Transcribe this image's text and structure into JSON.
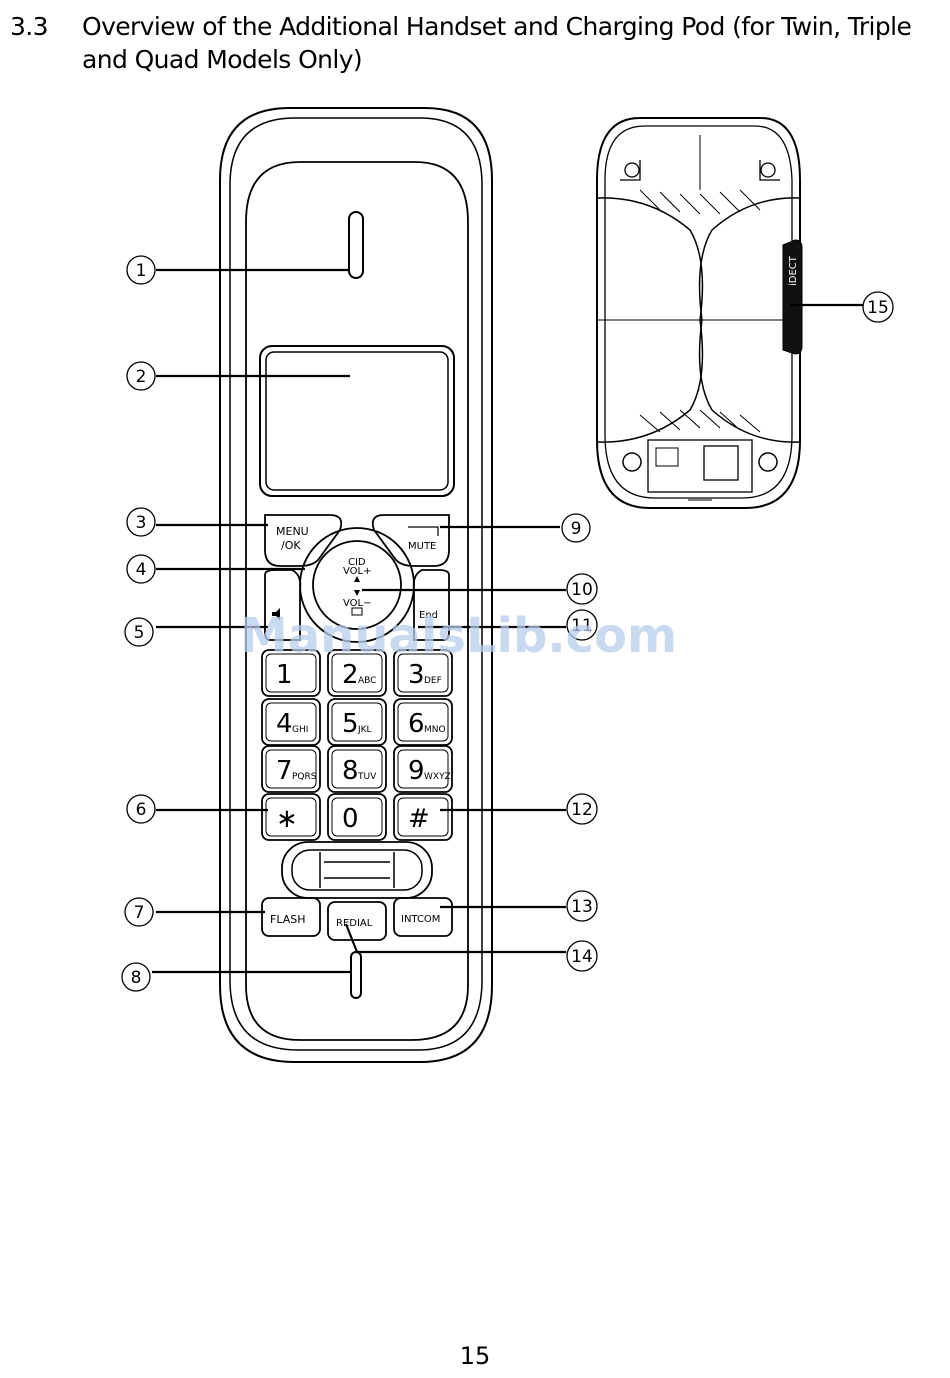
{
  "section": {
    "number": "3.3",
    "title": "Overview of the Additional Handset and Charging Pod (for Twin, Triple and Quad Models Only)"
  },
  "handset": {
    "menu_key": [
      "MENU",
      "/OK"
    ],
    "mute_key": "MUTE",
    "nav": {
      "cid": "CID",
      "vol_up": "VOL+",
      "vol_down": "VOL−"
    },
    "end_key": "End",
    "digit_keys": [
      {
        "digit": "1",
        "letters": ""
      },
      {
        "digit": "2",
        "letters": "ABC"
      },
      {
        "digit": "3",
        "letters": "DEF"
      },
      {
        "digit": "4",
        "letters": "GHI"
      },
      {
        "digit": "5",
        "letters": "JKL"
      },
      {
        "digit": "6",
        "letters": "MNO"
      },
      {
        "digit": "7",
        "letters": "PQRS"
      },
      {
        "digit": "8",
        "letters": "TUV"
      },
      {
        "digit": "9",
        "letters": "WXYZ"
      },
      {
        "digit": "∗",
        "letters": ""
      },
      {
        "digit": "0",
        "letters": ""
      },
      {
        "digit": "#",
        "letters": ""
      }
    ],
    "flash_key": "FLASH",
    "redial_key": "REDIAL",
    "intcom_key": "INTCOM"
  },
  "charging_pod": {
    "brand": "iDECT"
  },
  "callouts": [
    "1",
    "2",
    "3",
    "4",
    "5",
    "6",
    "7",
    "8",
    "9",
    "10",
    "11",
    "12",
    "13",
    "14",
    "15"
  ],
  "watermark": "ManualsLib.com",
  "page_number": "15"
}
